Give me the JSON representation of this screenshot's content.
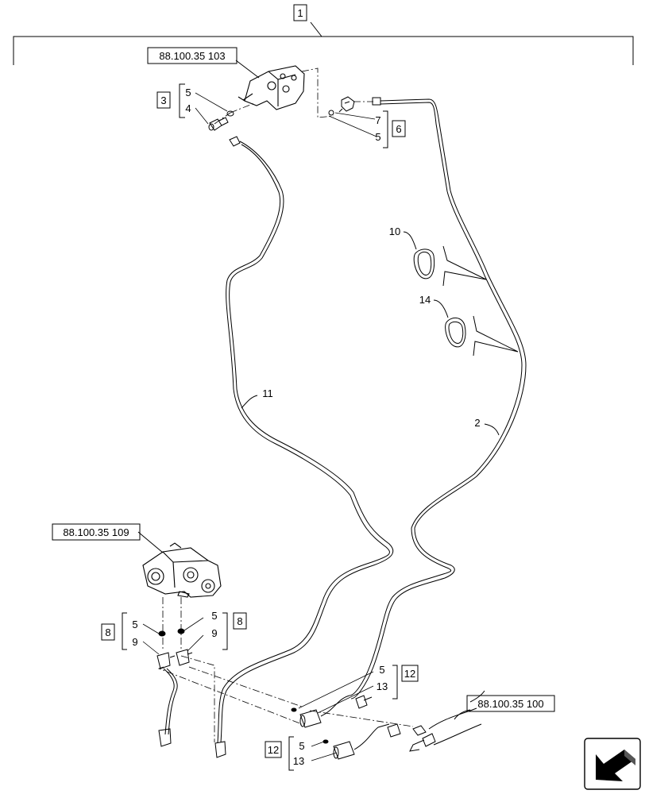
{
  "refs": {
    "valve_top": "88.100.35 103",
    "valve_mid": "88.100.35 109",
    "valve_right": "88.100.35 100"
  },
  "groups": {
    "main": "1",
    "g3": "3",
    "g6": "6",
    "g8_left": "8",
    "g8_right": "8",
    "g12_upper": "12",
    "g12_lower": "12"
  },
  "callouts": {
    "top_left_5": "5",
    "top_left_4": "4",
    "top_right_7": "7",
    "top_right_5": "5",
    "p10": "10",
    "p14": "14",
    "p11": "11",
    "p2": "2",
    "mid_left_5": "5",
    "mid_left_9": "9",
    "mid_right_5": "5",
    "mid_right_9": "9",
    "low_up_5": "5",
    "low_up_13": "13",
    "low_dn_5": "5",
    "low_dn_13": "13"
  },
  "icons": {
    "nav": "arrow-bottom-left-icon"
  }
}
